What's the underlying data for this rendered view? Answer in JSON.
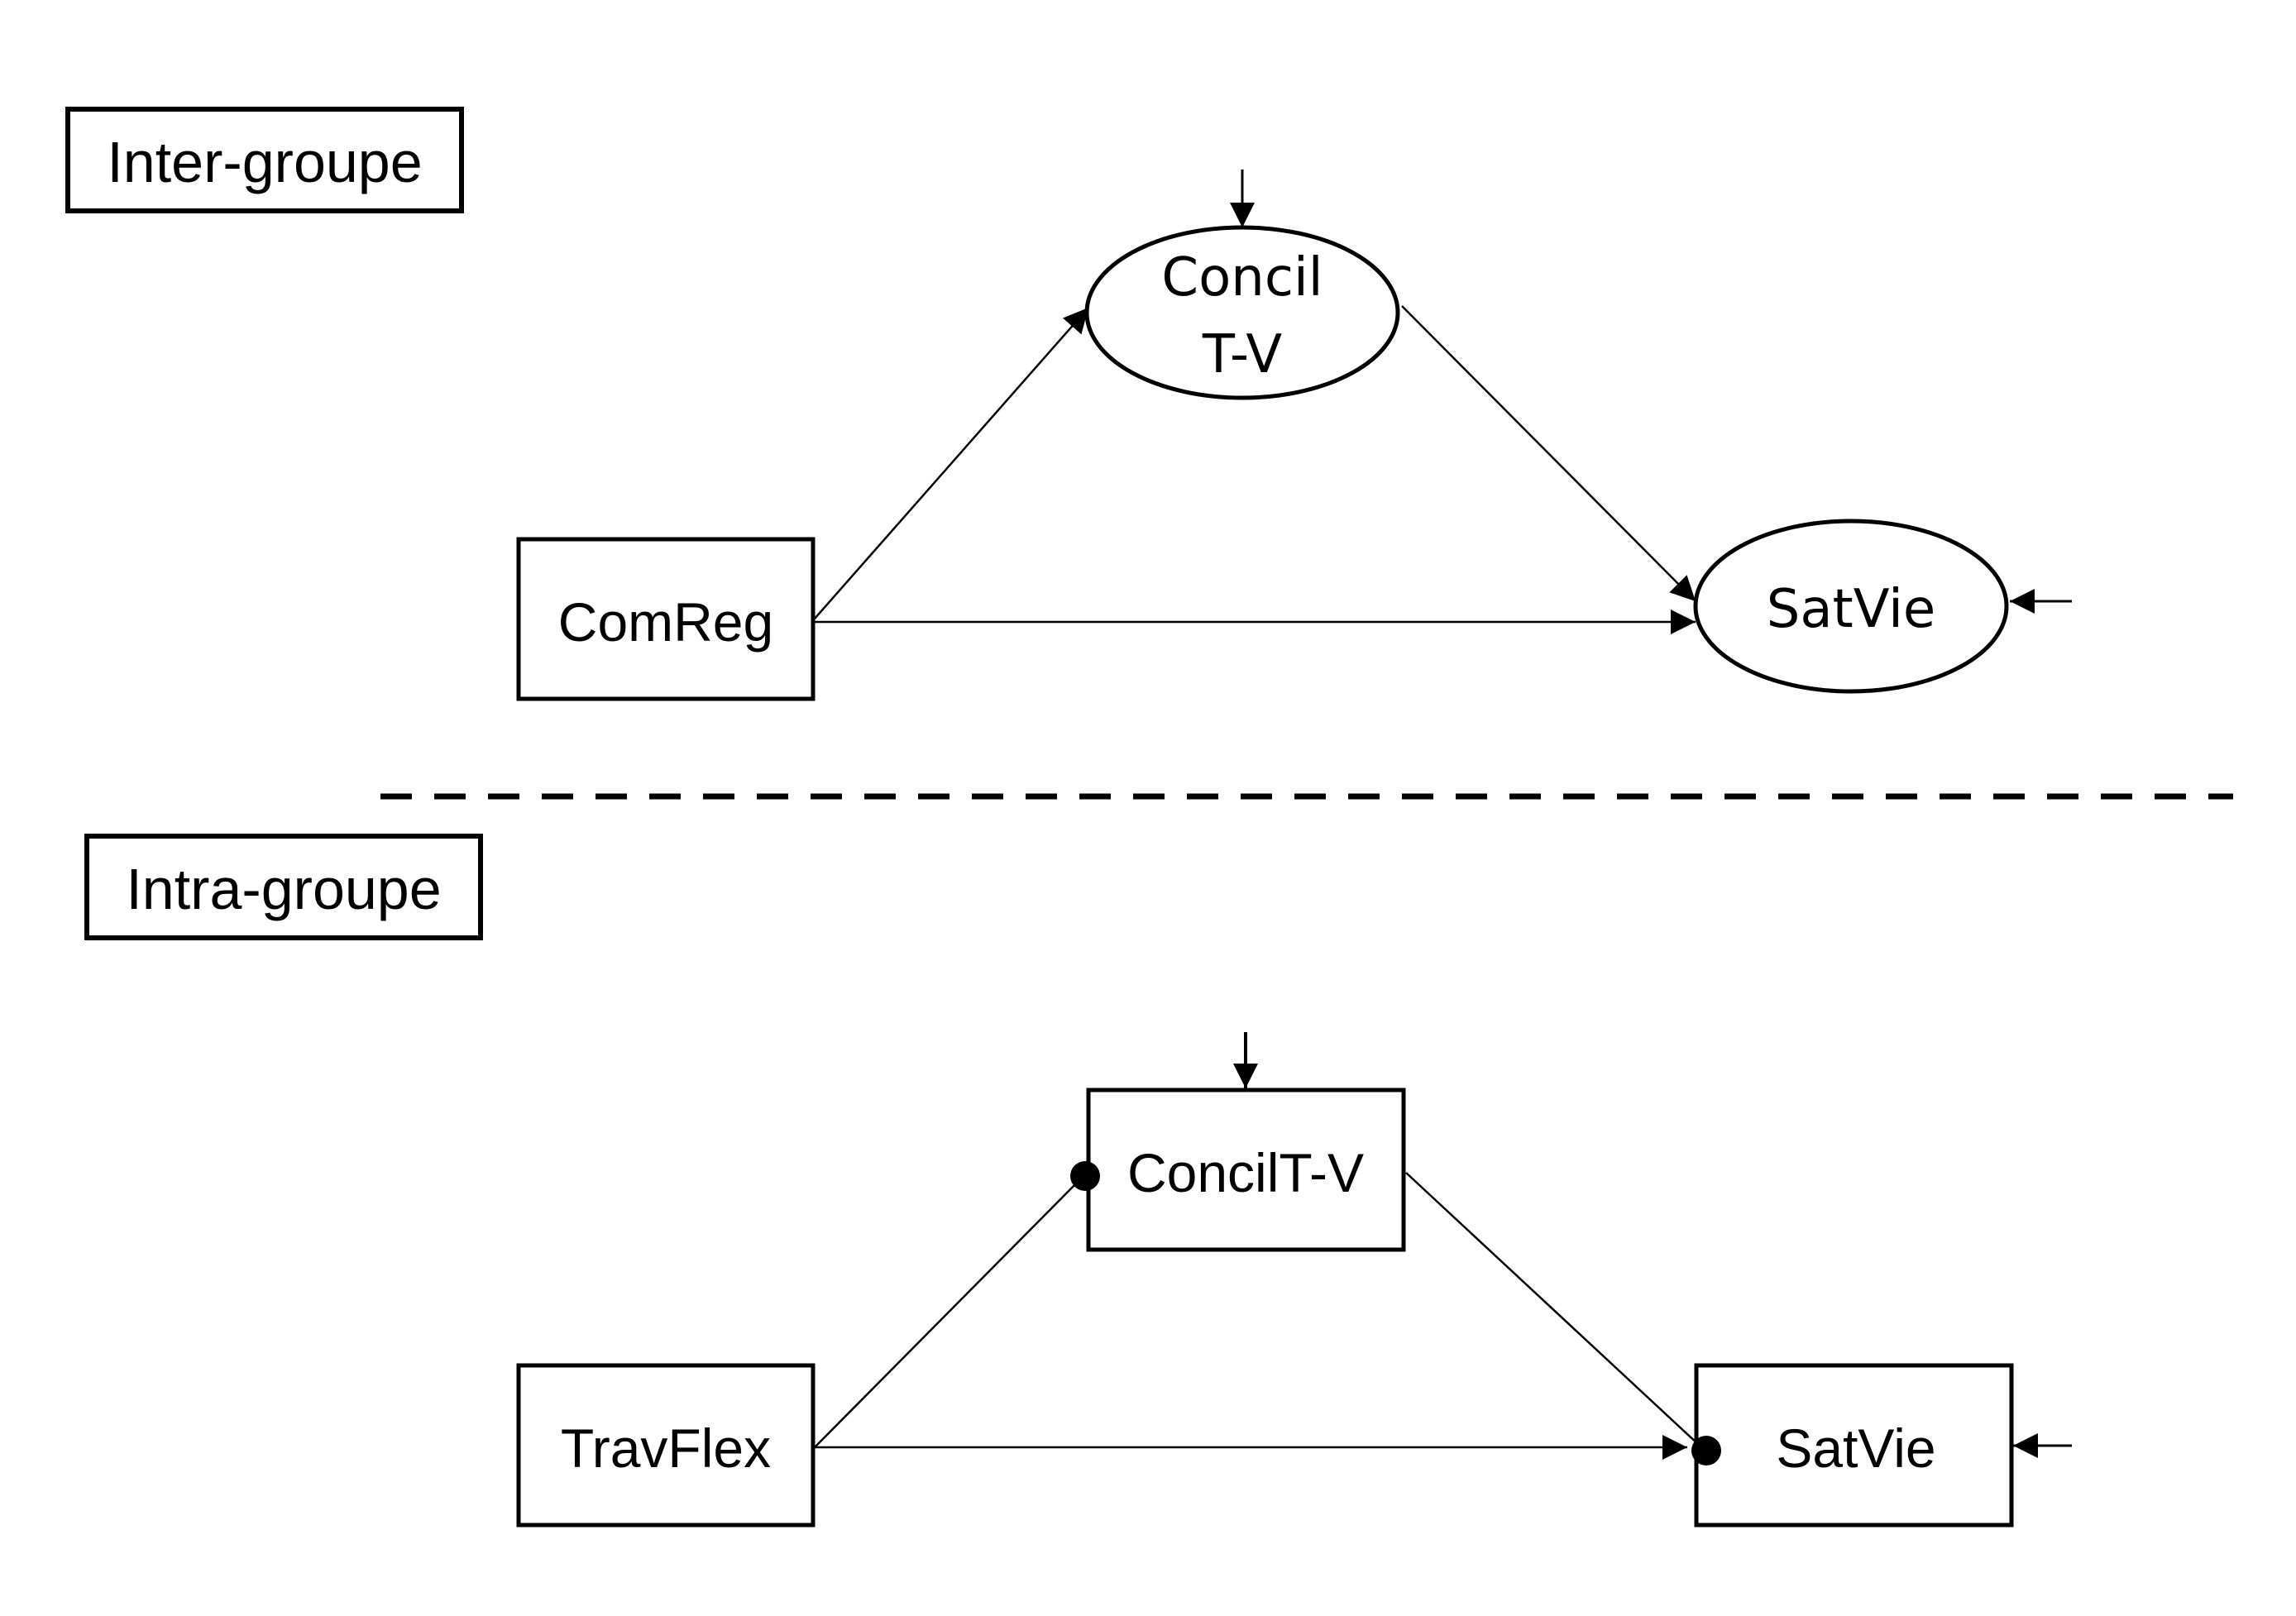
{
  "sections": {
    "inter": {
      "title": "Inter-groupe",
      "nodes": {
        "mediator": {
          "line1": "Concil",
          "line2": "T-V",
          "shape": "ellipse"
        },
        "predictor": {
          "label": "ComReg",
          "shape": "rectangle"
        },
        "outcome": {
          "label": "SatVie",
          "shape": "ellipse"
        }
      }
    },
    "intra": {
      "title": "Intra-groupe",
      "nodes": {
        "mediator": {
          "label": "ConcilT-V",
          "shape": "rectangle"
        },
        "predictor": {
          "label": "TravFlex",
          "shape": "rectangle"
        },
        "outcome": {
          "label": "SatVie",
          "shape": "rectangle"
        }
      }
    }
  },
  "colors": {
    "stroke": "#000000",
    "background": "#ffffff"
  }
}
